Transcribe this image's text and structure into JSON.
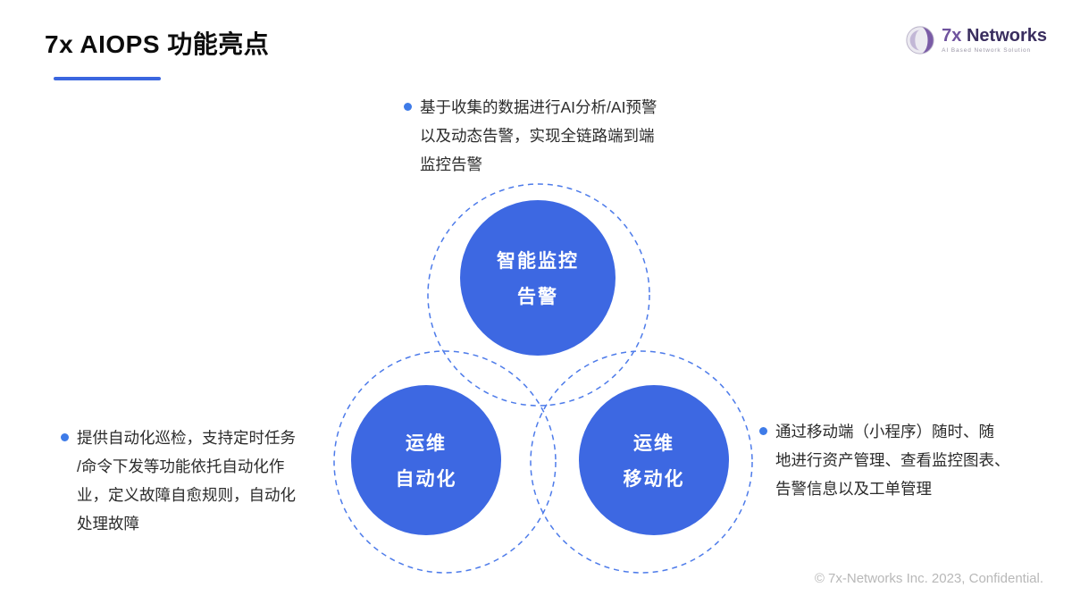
{
  "header": {
    "title": "7x AIOPS 功能亮点",
    "logo": {
      "brand_7x": "7x",
      "brand_networks": "Networks",
      "tagline": "AI Based Network Solution"
    }
  },
  "diagram": {
    "nodes": [
      {
        "id": "smart-monitoring-alert",
        "label_line1": "智能监控",
        "label_line2": "告警"
      },
      {
        "id": "ops-automation",
        "label_line1": "运维",
        "label_line2": "自动化"
      },
      {
        "id": "ops-mobility",
        "label_line1": "运维",
        "label_line2": "移动化"
      }
    ]
  },
  "notes": {
    "top": {
      "lines": [
        "基于收集的数据进行AI分析/AI预警",
        "以及动态告警，实现全链路端到端",
        "监控告警"
      ]
    },
    "left": {
      "lines": [
        "提供自动化巡检，支持定时任务",
        "/命令下发等功能依托自动化作",
        "业，定义故障自愈规则，自动化",
        "处理故障"
      ]
    },
    "right": {
      "lines": [
        "通过移动端（小程序）随时、随",
        "地进行资产管理、查看监控图表、",
        "告警信息以及工单管理"
      ]
    }
  },
  "footer": {
    "copyright": "© 7x-Networks Inc. 2023, Confidential."
  },
  "colors": {
    "accent_blue": "#3a66df",
    "node_blue": "#3d68e2",
    "dashed_blue": "#4d7bea",
    "bullet_blue": "#3e7be8",
    "logo_purple": "#6f539e",
    "logo_dark": "#3a2e5f",
    "footer_gray": "#b8b8b8"
  }
}
